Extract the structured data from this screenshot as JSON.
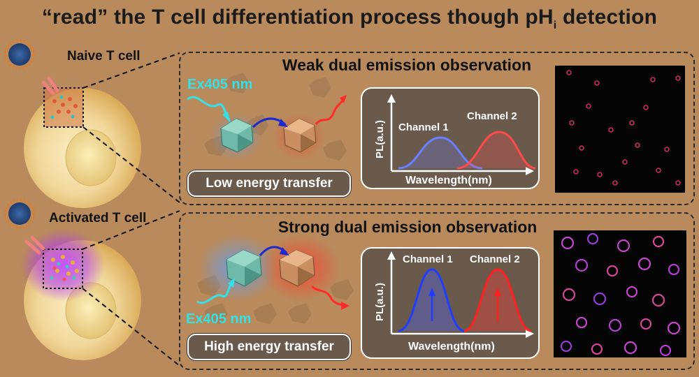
{
  "title": {
    "main": "“read” the T cell differentiation process though pH",
    "sub": "i",
    "suffix": " detection"
  },
  "naive": {
    "cell_label": "Naive T cell",
    "panel_title": "Weak dual emission observation",
    "ex_label": "Ex405 nm",
    "transfer_label": "Low energy transfer",
    "spectrum": {
      "channel1": "Channel 1",
      "channel2": "Channel 2",
      "ylabel": "PL(a.u.)",
      "xlabel": "Wavelength(nm)"
    }
  },
  "activated": {
    "cell_label": "Activated T cell",
    "panel_title": "Strong dual emission observation",
    "ex_label": "Ex405 nm",
    "transfer_label": "High energy transfer",
    "spectrum": {
      "channel1": "Channel 1",
      "channel2": "Channel 2",
      "ylabel": "PL(a.u.)",
      "xlabel": "Wavelength(nm)"
    }
  },
  "colors": {
    "background": "#b98a5c",
    "channel1": "#1f3cff",
    "channel2": "#ff2020",
    "excitation": "#35e0e6"
  }
}
